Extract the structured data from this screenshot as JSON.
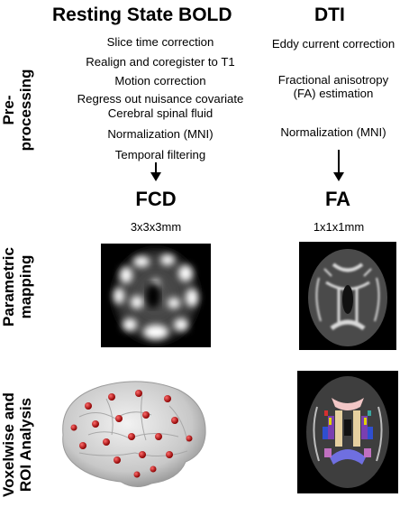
{
  "headers": {
    "bold": "Resting State BOLD",
    "dti": "DTI"
  },
  "side_labels": {
    "preprocessing": [
      "Pre-",
      "processing"
    ],
    "parametric": [
      "Parametric",
      "mapping"
    ],
    "analysis": [
      "Voxelwise and",
      "ROI Analysis"
    ]
  },
  "bold_steps": [
    "Slice time correction",
    "Realign and coregister to T1",
    "Motion correction",
    "Regress out nuisance covariate",
    "Cerebral spinal fluid",
    "Normalization (MNI)",
    "Temporal filtering"
  ],
  "dti_steps": {
    "eddy": "Eddy current correction",
    "fa1": "Fractional anisotropy",
    "fa2": "(FA) estimation",
    "norm": "Normalization (MNI)"
  },
  "outputs": {
    "fcd": "FCD",
    "fa": "FA"
  },
  "resolutions": {
    "fcd": "3x3x3mm",
    "fa": "1x1x1mm"
  }
}
